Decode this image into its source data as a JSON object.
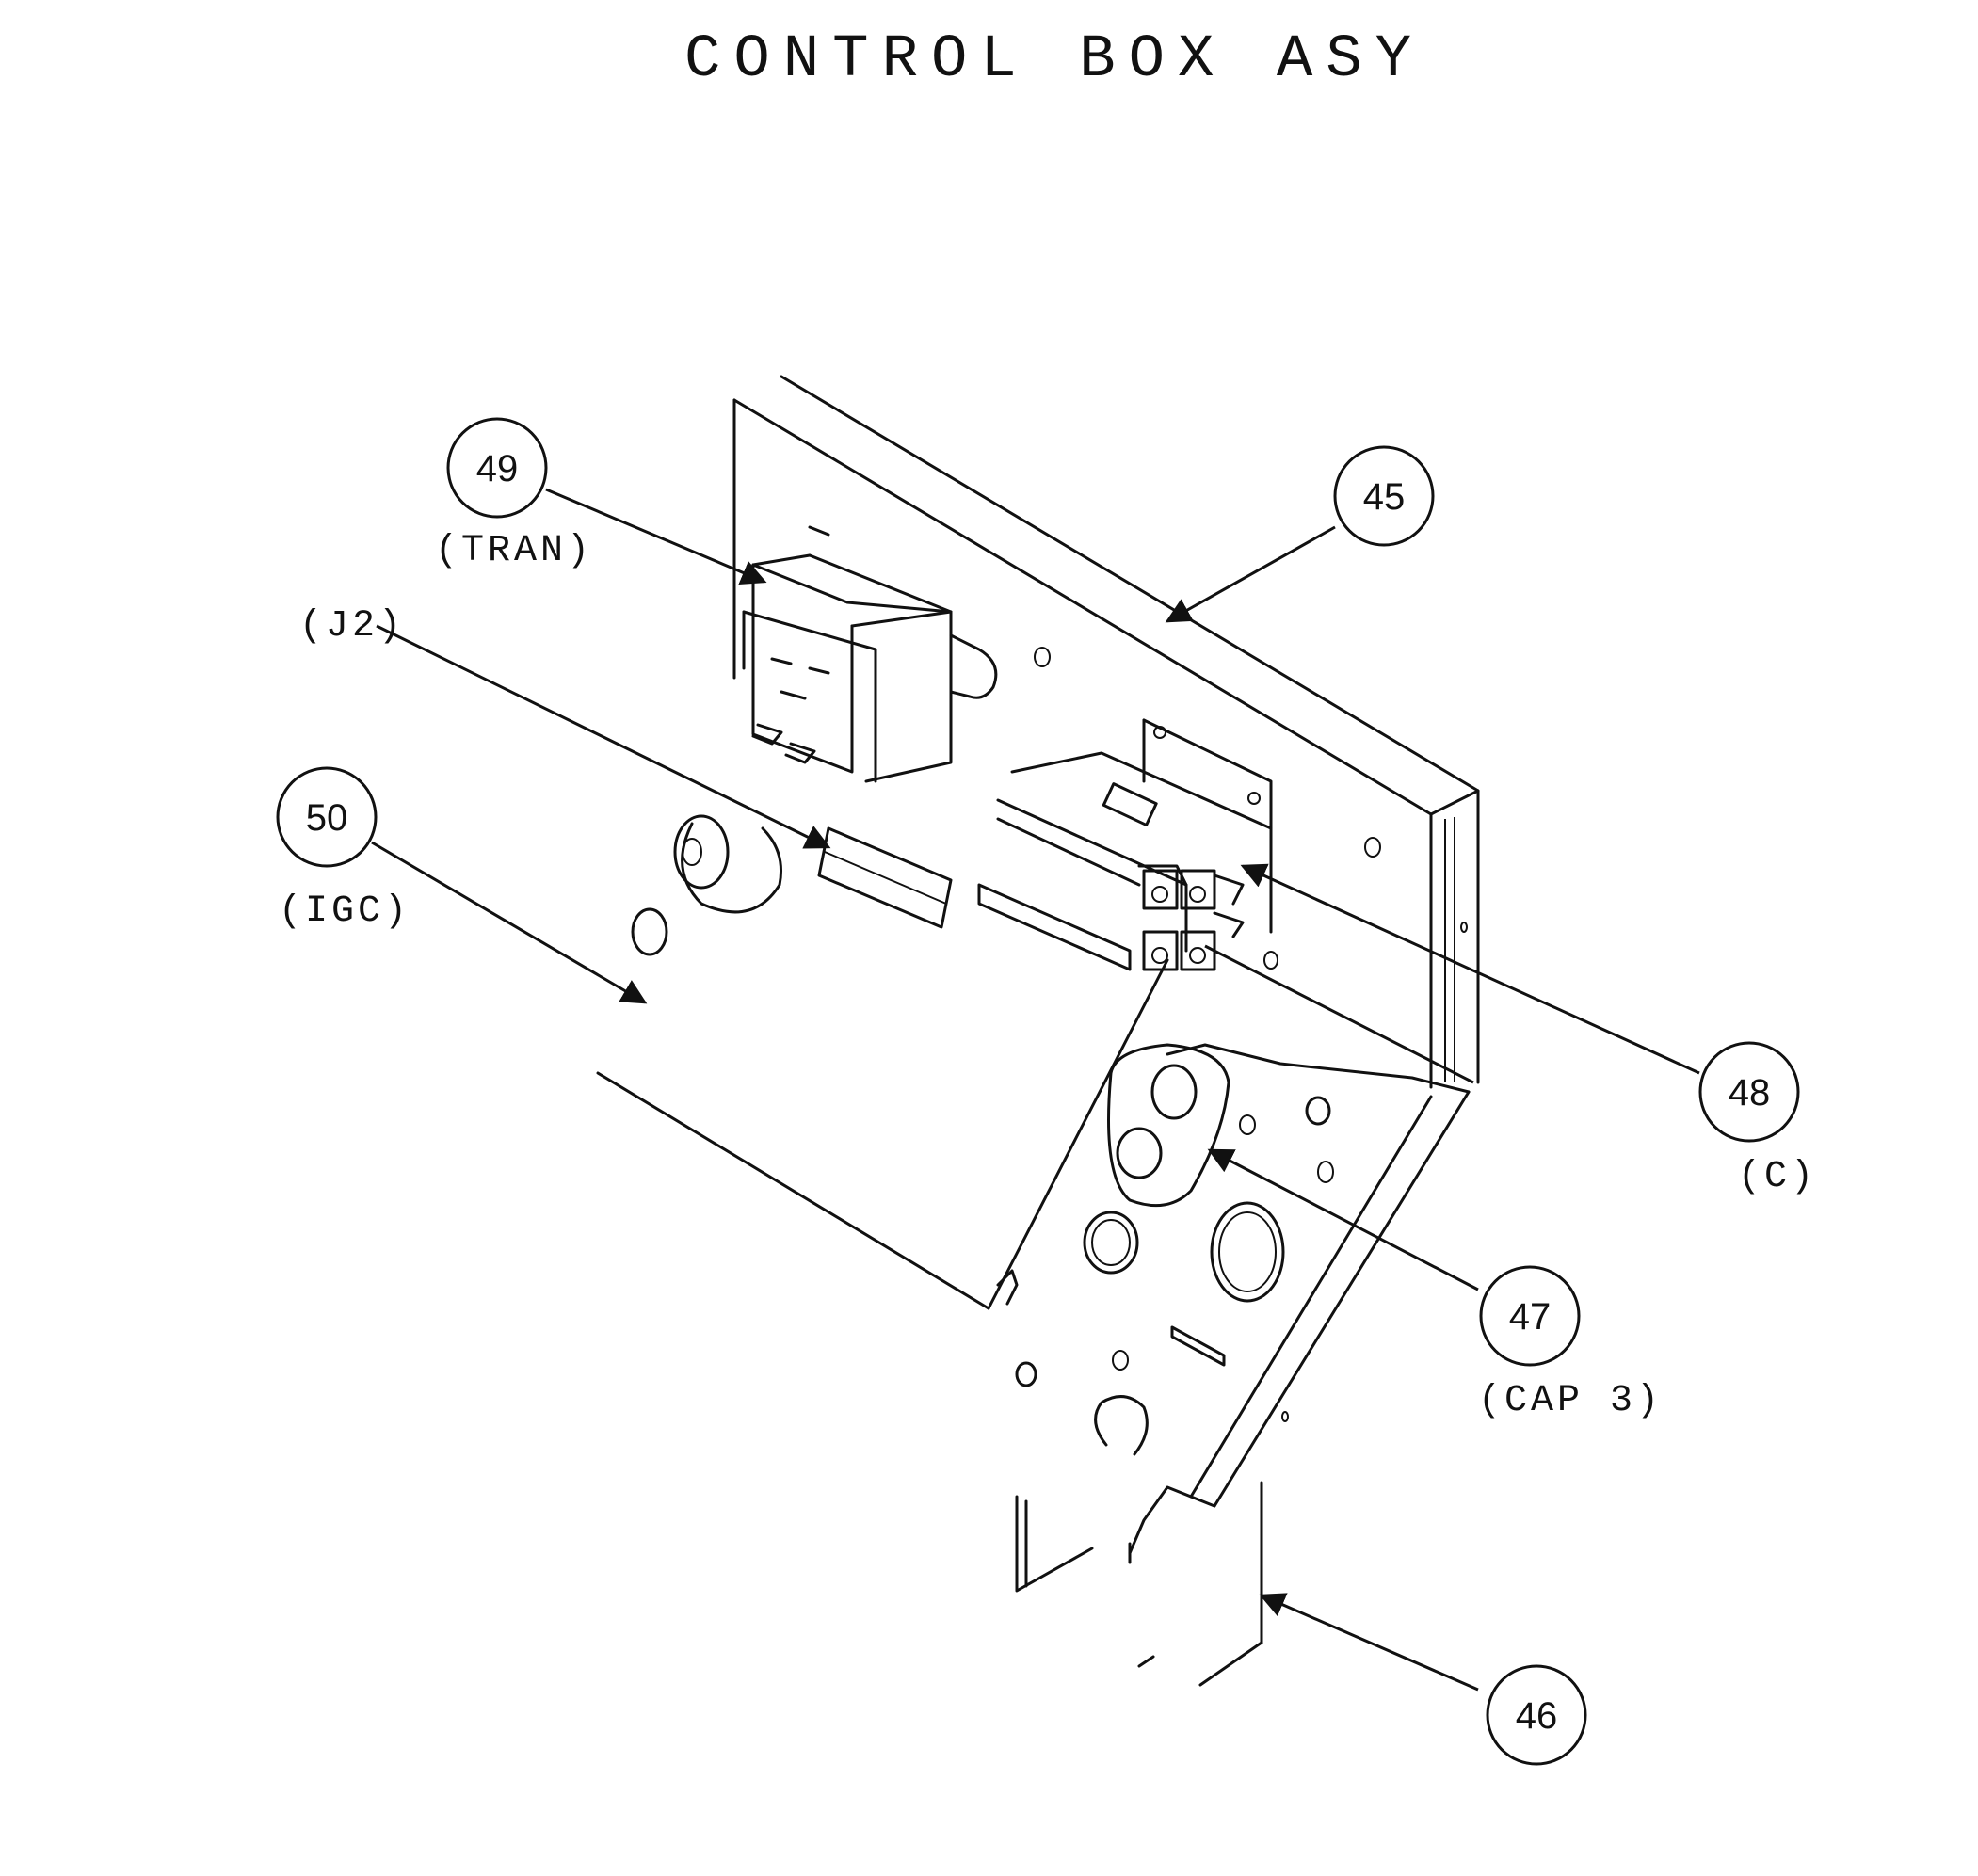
{
  "title": "CONTROL BOX ASY",
  "callouts": [
    {
      "id": "c45",
      "number": "45",
      "caption": ""
    },
    {
      "id": "c46",
      "number": "46",
      "caption": ""
    },
    {
      "id": "c47",
      "number": "47",
      "caption": "(CAP 3)"
    },
    {
      "id": "c48",
      "number": "48",
      "caption": "(C)"
    },
    {
      "id": "c49",
      "number": "49",
      "caption": "(TRAN)"
    },
    {
      "id": "c50",
      "number": "50",
      "caption": "(IGC)"
    }
  ],
  "labels": {
    "j2": "(J2)"
  }
}
